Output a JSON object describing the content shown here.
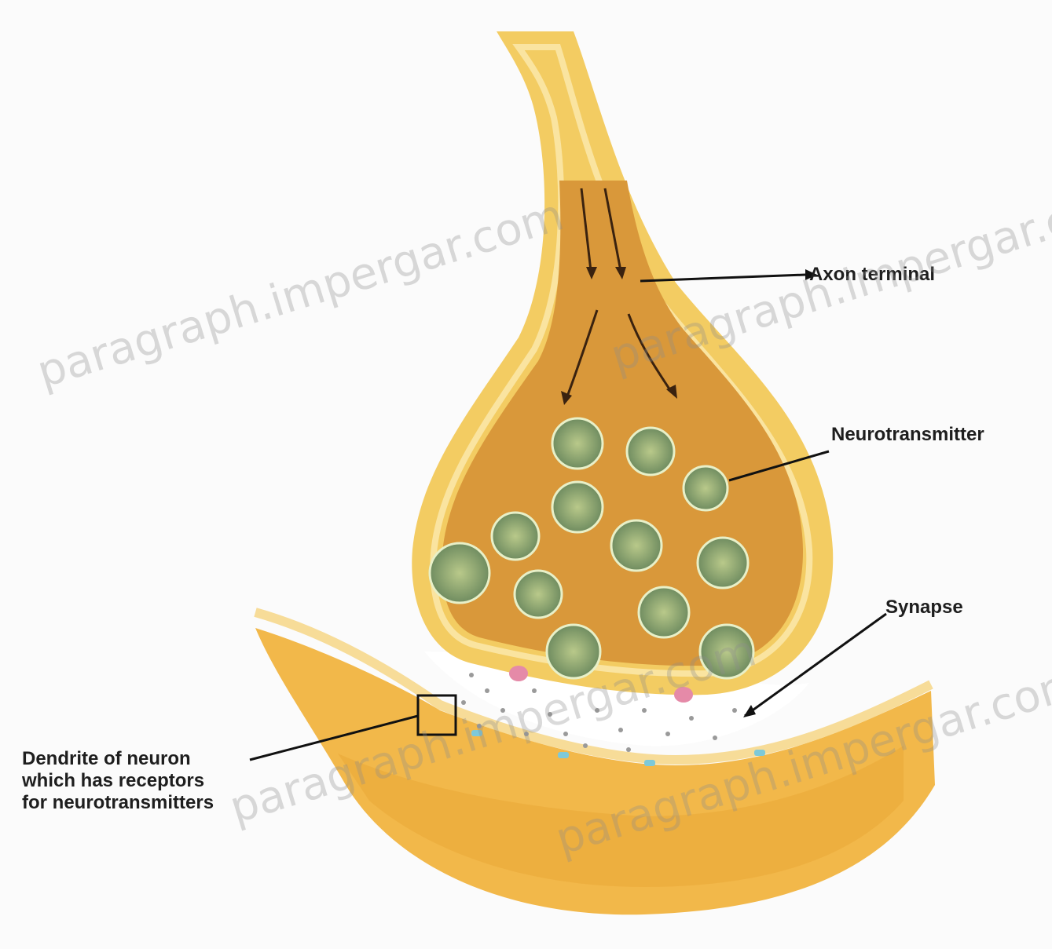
{
  "labels": {
    "axon_terminal": "Axon terminal",
    "neurotransmitter": "Neurotransmitter",
    "synapse": "Synapse",
    "dendrite_lines": [
      "Dendrite of neuron",
      "which has receptors",
      "for neurotransmitters"
    ]
  },
  "watermark": "paragraph.impergar.com",
  "colors": {
    "outer_membrane": "#f0c658",
    "cytoplasm": "#d99a3a",
    "vesicle": "#7f9a6a",
    "dendrite": "#f0b443",
    "synaptic_cleft": "#ffffff",
    "receptor_pink": "#e58aa8",
    "receptor_blue": "#7ec9d8"
  }
}
